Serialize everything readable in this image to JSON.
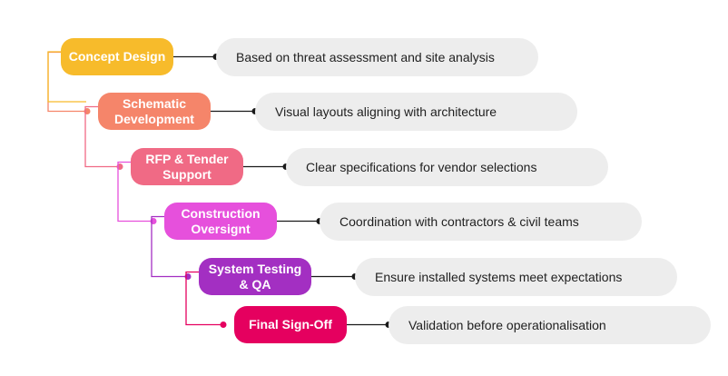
{
  "steps": [
    {
      "title_lines": [
        "Concept Design"
      ],
      "description": "Based on threat assessment and site analysis",
      "color": "#f7bb2b"
    },
    {
      "title_lines": [
        "Schematic",
        "Development"
      ],
      "description": "Visual layouts aligning with architecture",
      "color": "#f5856a"
    },
    {
      "title_lines": [
        "RFP & Tender",
        "Support"
      ],
      "description": "Clear specifications for vendor selections",
      "color": "#f06a85"
    },
    {
      "title_lines": [
        "Construction",
        "Oversignt"
      ],
      "description": "Coordination with contractors & civil teams",
      "color": "#e650dc"
    },
    {
      "title_lines": [
        "System Testing",
        "& QA"
      ],
      "description": "Ensure installed systems meet expectations",
      "color": "#a32fc2"
    },
    {
      "title_lines": [
        "Final Sign-Off"
      ],
      "description": "Validation before operationalisation",
      "color": "#e5005f"
    }
  ],
  "colors": {
    "connector_line": "#1a1a1a",
    "description_bg": "#ededed"
  }
}
